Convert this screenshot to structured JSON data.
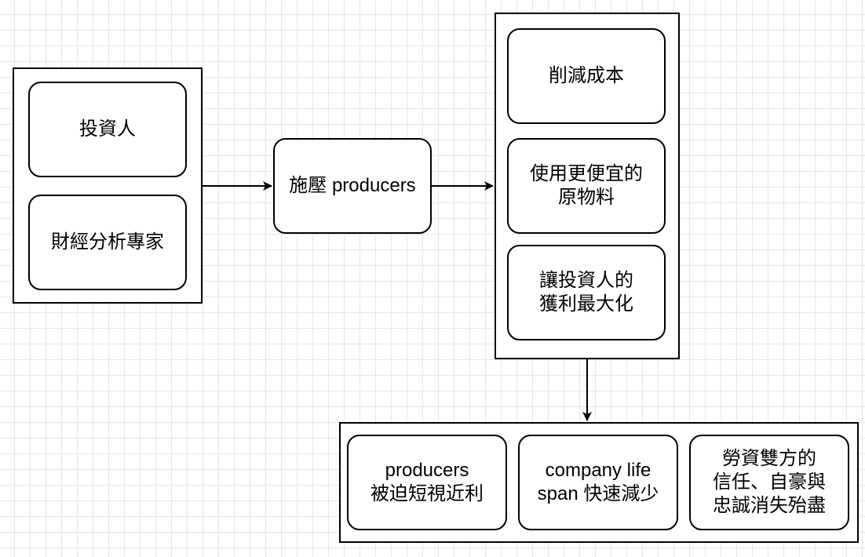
{
  "diagram": {
    "left_group": {
      "nodes": [
        {
          "id": "investors",
          "label": "投資人"
        },
        {
          "id": "analysts",
          "label": "財經分析專家"
        }
      ]
    },
    "center_node": {
      "id": "pressure",
      "label": "施壓 producers"
    },
    "right_group": {
      "nodes": [
        {
          "id": "cut-costs",
          "label": "削減成本"
        },
        {
          "id": "cheaper-materials",
          "label": "使用更便宜的\n原物料"
        },
        {
          "id": "maximize-profit",
          "label": "讓投資人的\n獲利最大化"
        }
      ]
    },
    "bottom_group": {
      "nodes": [
        {
          "id": "short-sighted",
          "label": "producers\n被迫短視近利"
        },
        {
          "id": "lifespan",
          "label": "company life\nspan 快速減少"
        },
        {
          "id": "trust-lost",
          "label": "勞資雙方的\n信任、自豪與\n忠誠消失殆盡"
        }
      ]
    },
    "edges": [
      {
        "from": "left_group",
        "to": "pressure"
      },
      {
        "from": "pressure",
        "to": "right_group"
      },
      {
        "from": "right_group",
        "to": "bottom_group"
      }
    ],
    "colors": {
      "stroke": "#000000",
      "fill": "#ffffff",
      "grid": "#e6e6e6"
    }
  }
}
